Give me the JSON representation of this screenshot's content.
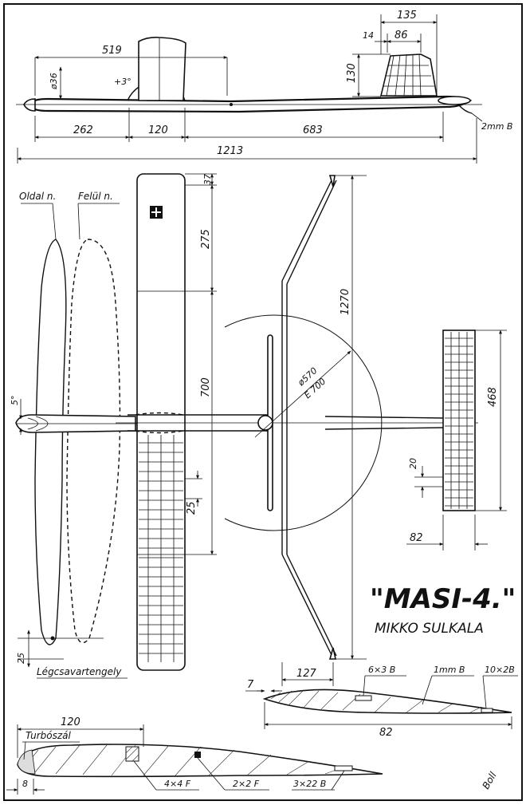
{
  "title": "\"MASI-4.\"",
  "author": "MIKKO SULKALA",
  "signature": "Boll",
  "side_view": {
    "dims": {
      "wing_pos": "519",
      "fuselage_dia": "ø36",
      "incidence": "+3°",
      "nose_to_wing": "262",
      "wing_chord": "120",
      "wing_to_tail": "683",
      "total_length": "1213",
      "fin_total": "135",
      "fin_offset": "14",
      "fin_top": "86",
      "fin_height": "130",
      "skid": "2mm B"
    }
  },
  "propeller_views": {
    "side_label": "Oldal n.",
    "top_label": "Felül n.",
    "axis_label": "Légcsavartengely",
    "dim_top": "5°",
    "dim_bottom": "25"
  },
  "top_view": {
    "dims": {
      "tip": "37",
      "outer_panel": "275",
      "center_panel": "700",
      "rib_spacing": "25",
      "span": "1270",
      "dethermal_dia": "ø570",
      "dethermal_e": "E 700",
      "tail_span": "468",
      "tail_rib": "20",
      "tail_chord": "82",
      "dihedral_rise": "127"
    }
  },
  "tail_section": {
    "dims": {
      "le": "7",
      "spar": "6×3 B",
      "sheet": "1mm B",
      "te": "10×2B",
      "chord": "82"
    }
  },
  "wing_section": {
    "dims": {
      "chord": "120",
      "turbulator": "Turbószál",
      "le": "8",
      "spar_main": "4×4 F",
      "spar_aux": "2×2 F",
      "te": "3×22 B"
    }
  }
}
